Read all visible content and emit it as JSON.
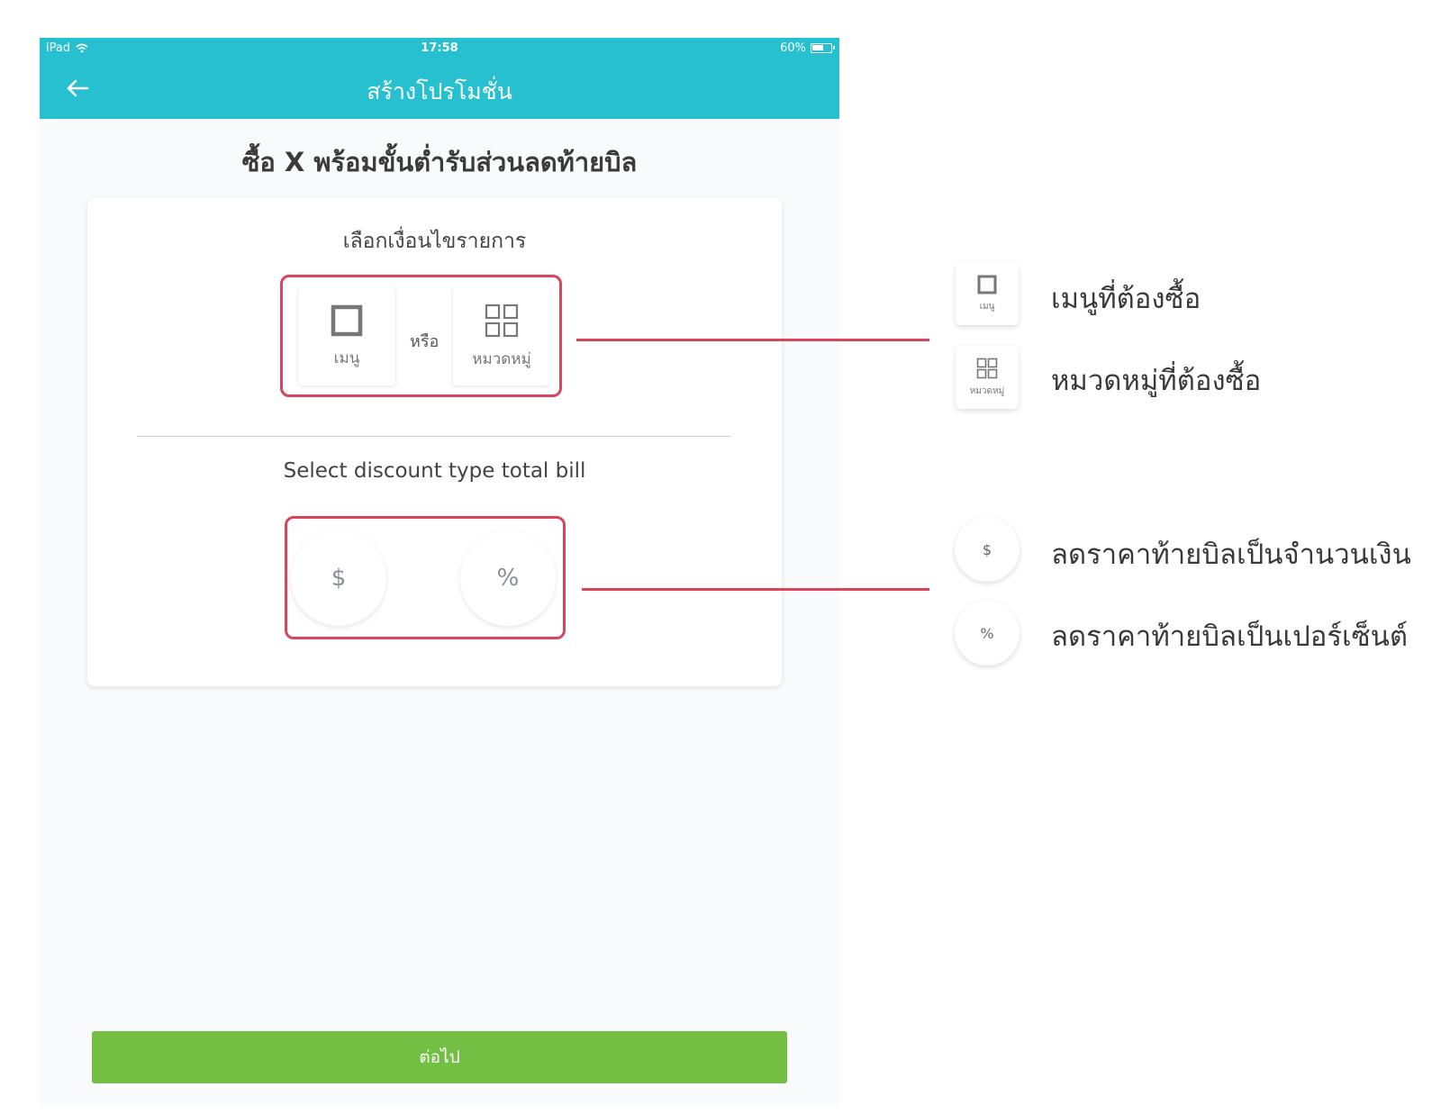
{
  "status_bar": {
    "device": "iPad",
    "time": "17:58",
    "battery": "60%"
  },
  "header": {
    "title": "สร้างโปรโมชั่น",
    "back_icon": "arrow-left-icon"
  },
  "page": {
    "title": "ซื้อ X พร้อมขั้นต่ำรับส่วนลดท้ายบิล"
  },
  "condition": {
    "label": "เลือกเงื่อนไขรายการ",
    "or_text": "หรือ",
    "options": [
      {
        "label": "เมนู",
        "icon": "square-icon"
      },
      {
        "label": "หมวดหมู่",
        "icon": "grid-icon"
      }
    ]
  },
  "discount": {
    "label": "Select discount type total bill",
    "options": [
      {
        "symbol": "$"
      },
      {
        "symbol": "%"
      }
    ]
  },
  "next_button": {
    "label": "ต่อไป"
  },
  "legend": {
    "menu_tile_label": "เมนู",
    "category_tile_label": "หมวดหมู่",
    "menu_text": "เมนูที่ต้องซื้อ",
    "category_text": "หมวดหมู่ที่ต้องซื้อ",
    "amount_symbol": "$",
    "amount_text": "ลดราคาท้ายบิลเป็นจำนวนเงิน",
    "percent_symbol": "%",
    "percent_text": "ลดราคาท้ายบิลเป็นเปอร์เซ็นต์"
  },
  "colors": {
    "header": "#26c0d0",
    "highlight": "#d8455d",
    "next_button": "#72bf44"
  }
}
